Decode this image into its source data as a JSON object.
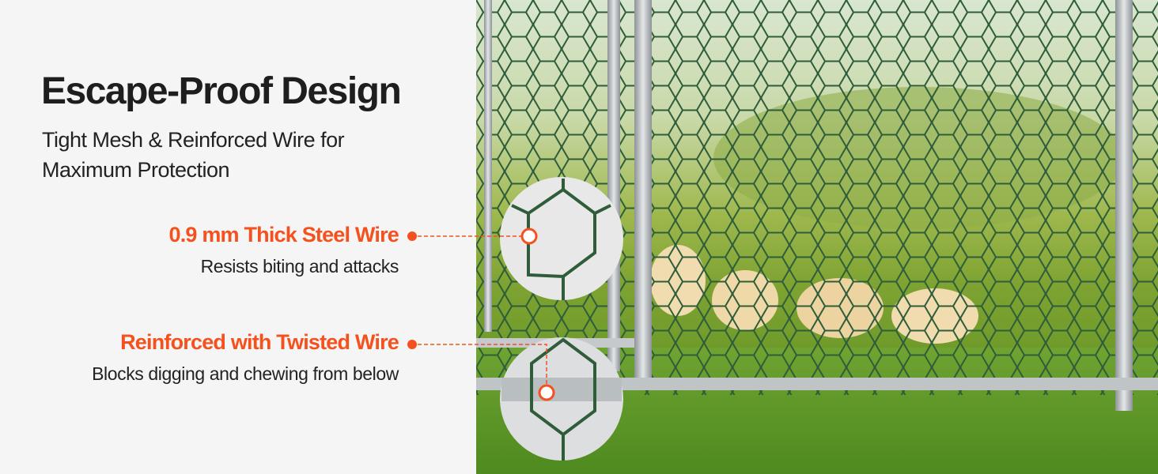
{
  "heading": {
    "title": "Escape-Proof Design",
    "subtitle": "Tight Mesh & Reinforced Wire for Maximum Protection"
  },
  "features": [
    {
      "title": "0.9 mm Thick Steel Wire",
      "description": "Resists biting and attacks"
    },
    {
      "title": "Reinforced with Twisted Wire",
      "description": "Blocks digging and chewing from below"
    }
  ],
  "colors": {
    "accent": "#f4511e",
    "text": "#1e1e1e",
    "background": "#f5f5f5",
    "mesh": "#2f5d3a"
  }
}
